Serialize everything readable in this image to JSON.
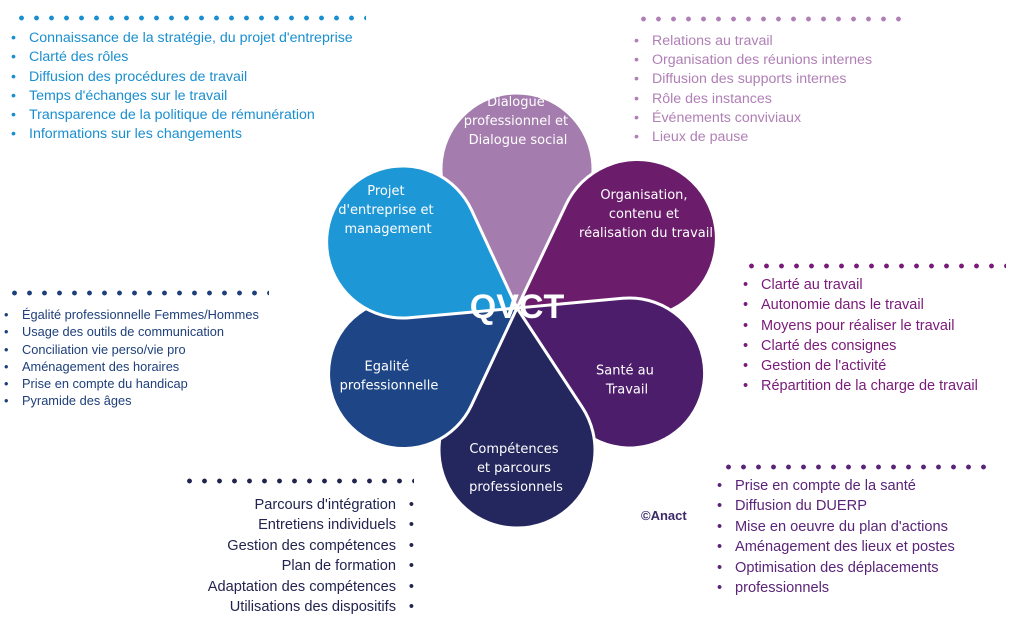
{
  "center": {
    "label": "QVCT",
    "color": "#d4a62a"
  },
  "petals": [
    {
      "id": "dialogue",
      "lines": [
        "Dialogue",
        "professionnel et",
        "Dialogue social"
      ],
      "color": "#a47cad"
    },
    {
      "id": "organisation",
      "lines": [
        "Organisation,",
        "contenu et",
        "réalisation du travail"
      ],
      "color": "#6b1d6b"
    },
    {
      "id": "sante",
      "lines": [
        "Santé au",
        "Travail"
      ],
      "color": "#4c1d6a"
    },
    {
      "id": "competences",
      "lines": [
        "Compétences",
        "et parcours",
        "professionnels"
      ],
      "color": "#24265e"
    },
    {
      "id": "egalite",
      "lines": [
        "Egalité",
        "professionnelle"
      ],
      "color": "#1e4585"
    },
    {
      "id": "projet",
      "lines": [
        "Projet",
        "d'entreprise et",
        "management"
      ],
      "color": "#1d97d6"
    }
  ],
  "lists": {
    "strategie": {
      "color": "#1a8fd0",
      "items": [
        "Connaissance de la stratégie, du projet d'entreprise",
        "Clarté des rôles",
        "Diffusion des procédures de travail",
        "Temps d'échanges sur le travail",
        "Transparence de la politique de rémunération",
        "Informations sur les changements"
      ]
    },
    "relations": {
      "color": "#b07fb6",
      "items": [
        "Relations au travail",
        "Organisation des réunions internes",
        "Diffusion des supports internes",
        "Rôle des instances",
        "Événements conviviaux",
        "Lieux de pause"
      ]
    },
    "organisation": {
      "color": "#7a1a7a",
      "items": [
        "Clarté au travail",
        "Autonomie dans le travail",
        "Moyens pour réaliser le travail",
        "Clarté des consignes",
        "Gestion de l'activité",
        "Répartition de la charge de travail"
      ]
    },
    "egalite": {
      "color": "#1e3f7a",
      "items": [
        "Égalité professionnelle Femmes/Hommes",
        "Usage des outils de communication",
        "Conciliation vie perso/vie pro",
        "Aménagement des horaires",
        "Prise en compte du handicap",
        "Pyramide des âges"
      ]
    },
    "sante": {
      "color": "#5a2478",
      "items": [
        "Prise en compte de la santé",
        "Diffusion du DUERP",
        "Mise en oeuvre du plan d'actions",
        "Aménagement des lieux et postes",
        "Optimisation des déplacements",
        "professionnels"
      ]
    },
    "competences": {
      "color": "#22244f",
      "items": [
        "Parcours d'intégration",
        "Entretiens individuels",
        "Gestion des compétences",
        "Plan de formation",
        "Adaptation des compétences",
        "Utilisations des dispositifs"
      ]
    }
  },
  "copyright": "©Anact"
}
